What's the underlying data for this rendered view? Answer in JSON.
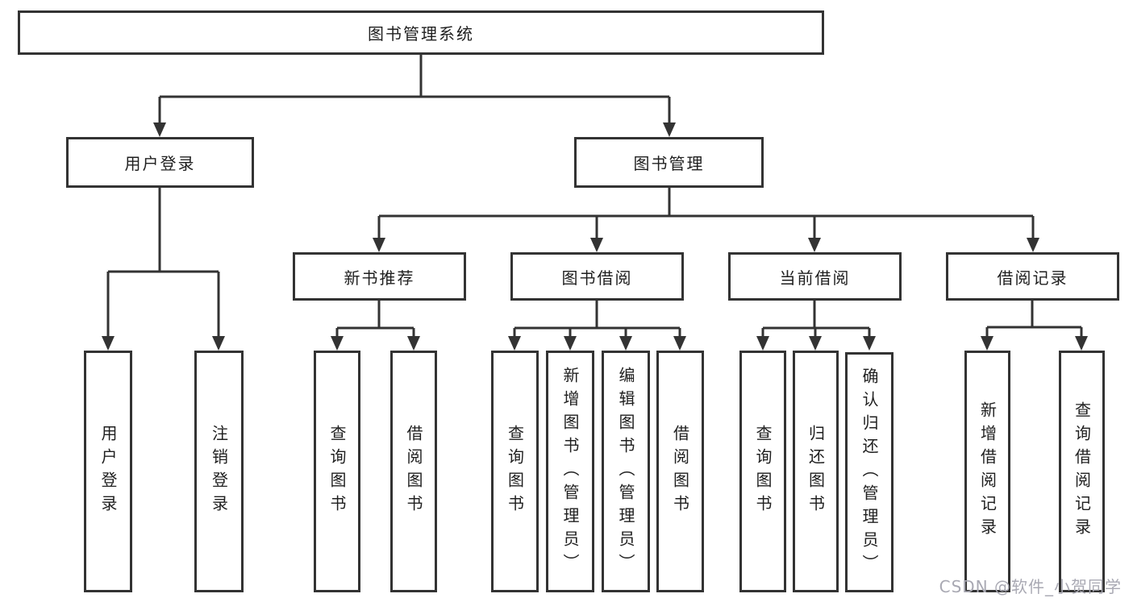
{
  "tree": {
    "root": {
      "label": "图书管理系统",
      "children": [
        {
          "label": "用户登录",
          "children": [
            {
              "label": "用户登录"
            },
            {
              "label": "注销登录"
            }
          ]
        },
        {
          "label": "图书管理",
          "children": [
            {
              "label": "新书推荐",
              "children": [
                {
                  "label": "查询图书"
                },
                {
                  "label": "借阅图书"
                }
              ]
            },
            {
              "label": "图书借阅",
              "children": [
                {
                  "label": "查询图书"
                },
                {
                  "label": "新增图书（管理员）"
                },
                {
                  "label": "编辑图书（管理员）"
                },
                {
                  "label": "借阅图书"
                }
              ]
            },
            {
              "label": "当前借阅",
              "children": [
                {
                  "label": "查询图书"
                },
                {
                  "label": "归还图书"
                },
                {
                  "label": "确认归还（管理员）"
                }
              ]
            },
            {
              "label": "借阅记录",
              "children": [
                {
                  "label": "新增借阅记录"
                },
                {
                  "label": "查询借阅记录"
                }
              ]
            }
          ]
        }
      ]
    }
  },
  "watermark": {
    "text": "CSDN @软件_小贺同学",
    "color": "#a9a9b3"
  },
  "colors": {
    "line": "#333333",
    "box_border": "#333333",
    "box_background": "#ffffff",
    "text": "#1f1f1f",
    "page_background": "#ffffff"
  }
}
